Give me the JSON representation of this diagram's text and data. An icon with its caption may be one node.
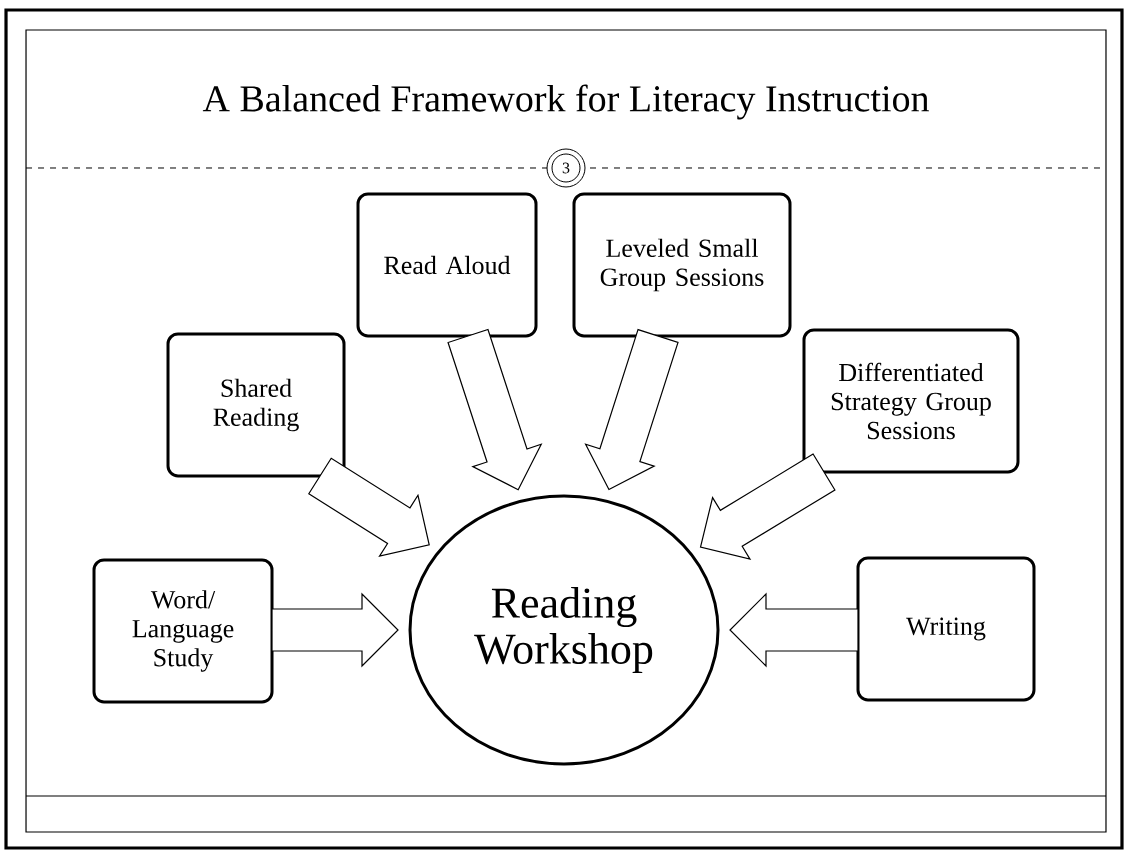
{
  "diagram": {
    "title": "A Balanced Framework for Literacy Instruction",
    "nodes": [
      {
        "text": [
          "Word/ Language Study"
        ]
      },
      {
        "text": [
          "Shared Reading"
        ]
      },
      {
        "text": [
          "Read Aloud"
        ]
      },
      {
        "text": [
          "Leveled Small Group Sessions"
        ]
      },
      {
        "text": [
          "Differentiated Strategy Group Sessions"
        ]
      },
      {
        "text": [
          "Reading Workshop"
        ]
      },
      {
        "text": [
          "Writing"
        ]
      }
    ],
    "edges": [
      {
        "from": 0,
        "to": 5,
        "arrow": "to"
      },
      {
        "from": 1,
        "to": 5,
        "arrow": "to"
      },
      {
        "from": 2,
        "to": 5,
        "arrow": "to"
      },
      {
        "from": 3,
        "to": 5,
        "arrow": "to"
      },
      {
        "from": 4,
        "to": 5,
        "arrow": "to"
      },
      {
        "from": 6,
        "to": 5,
        "arrow": "to"
      }
    ],
    "labels": [
      "3"
    ]
  }
}
